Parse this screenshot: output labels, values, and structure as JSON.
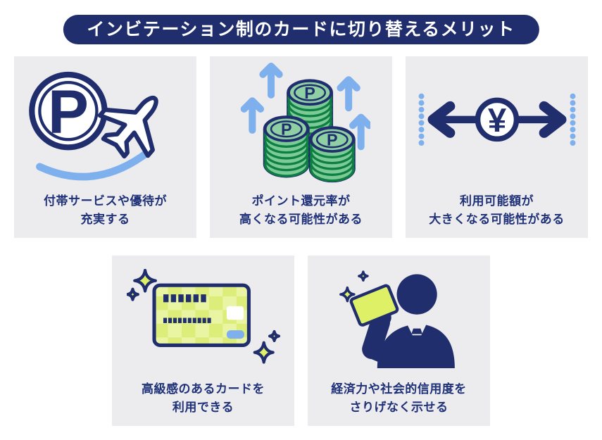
{
  "title": "インビテーション制のカードに切り替えるメリット",
  "colors": {
    "navy": "#202e6d",
    "text_navy": "#1f3178",
    "light_blue": "#7fb0ee",
    "panel_bg": "#ececee",
    "coin_green": "#7ccb97",
    "coin_green_dark": "#0e7f42",
    "coin_face": "#8ed0a4",
    "card_yellow": "#def166",
    "checker_light": "#eaf5a4",
    "checker_dark": "#dcee79",
    "title_text": "#ffffff",
    "page_bg": "#ffffff"
  },
  "panels": [
    {
      "icon": "point-coin-airplane-icon",
      "caption_line1": "付帯サービスや優待が",
      "caption_line2": "充実する"
    },
    {
      "icon": "coin-stacks-up-arrows-icon",
      "caption_line1": "ポイント還元率が",
      "caption_line2": "高くなる可能性がある"
    },
    {
      "icon": "yen-expand-arrows-icon",
      "caption_line1": "利用可能額が",
      "caption_line2": "大きくなる可能性がある"
    },
    {
      "icon": "premium-card-sparkle-icon",
      "caption_line1": "高級感のあるカードを",
      "caption_line2": "利用できる"
    },
    {
      "icon": "businessman-showing-card-icon",
      "caption_line1": "経済力や社会的信用度を",
      "caption_line2": "さりげなく示せる"
    }
  ]
}
